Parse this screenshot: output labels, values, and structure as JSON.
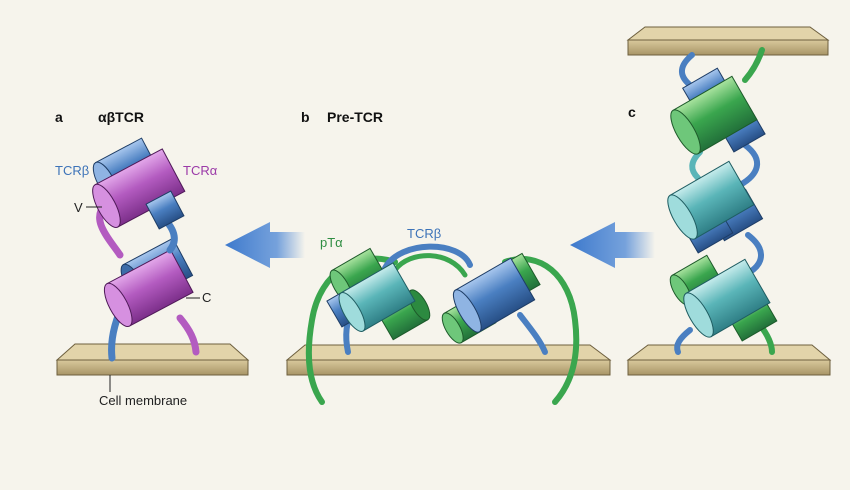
{
  "panels": {
    "a": {
      "letter": "a",
      "title": "αβTCR"
    },
    "b": {
      "letter": "b",
      "title": "Pre-TCR"
    },
    "c": {
      "letter": "c",
      "title": ""
    }
  },
  "labels": {
    "tcr_beta": "TCRβ",
    "tcr_alpha": "TCRα",
    "v_domain": "V",
    "c_domain": "C",
    "cell_membrane": "Cell membrane",
    "pt_alpha": "pTα",
    "tcr_beta_b": "TCRβ"
  },
  "colors": {
    "background": "#f6f4ec",
    "membrane": "#c4b282",
    "tcr_beta": "#4a7fc1",
    "tcr_alpha": "#b35bc0",
    "pt_alpha": "#3aa64e",
    "teal": "#58b8b8",
    "arrow": "#4b86d6"
  },
  "icons": [
    "left-arrow-icon",
    "left-arrow-icon"
  ]
}
